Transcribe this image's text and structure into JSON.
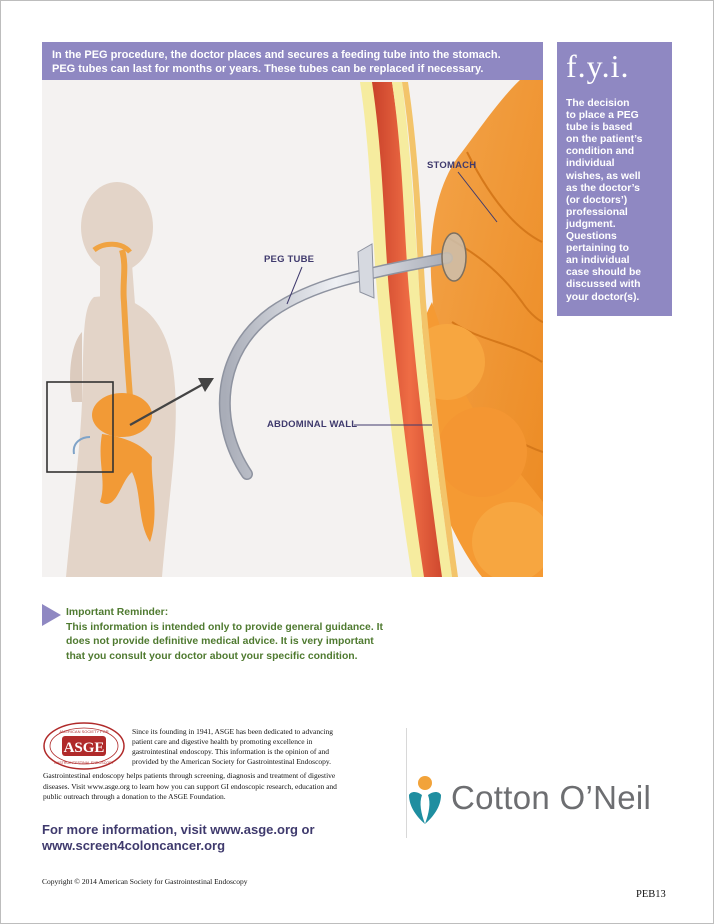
{
  "caption": {
    "line1": "In the PEG procedure, the doctor places and secures a feeding tube into the stomach.",
    "line2": "PEG tubes can last for months or years.  These tubes can be replaced if necessary."
  },
  "illustration": {
    "label_stomach": "STOMACH",
    "label_peg_tube": "PEG TUBE",
    "label_abdominal_wall": "ABDOMINAL WALL"
  },
  "fyi": {
    "title": "f.y.i.",
    "lines": [
      "The decision",
      "to place a PEG",
      "tube is based",
      "on the patient’s",
      "condition and",
      "individual",
      "wishes, as well",
      "as the doctor’s",
      "(or doctors’)",
      "professional",
      "judgment.",
      "Questions",
      "pertaining to",
      "an individual",
      "case should be",
      "discussed with",
      "your doctor(s)."
    ]
  },
  "reminder": {
    "heading": "Important Reminder:",
    "lines": [
      "This information is intended only to provide general guidance. It",
      "does not provide definitive medical advice. It is very important",
      "that you consult your doctor about your specific condition."
    ]
  },
  "asge": {
    "logo_top": "AMERICAN SOCIETY FOR",
    "logo_main": "ASGE",
    "logo_bottom": "GASTROINTESTINAL ENDOSCOPY",
    "about_lines": [
      "Since its founding in 1941, ASGE has been dedicated to advancing",
      "patient care and digestive health by promoting excellence in",
      "gastrointestinal endoscopy. This information is the opinion of and",
      "provided by the American Society for Gastrointestinal Endoscopy."
    ],
    "support_lines": [
      "Gastrointestinal endoscopy helps patients through screening, diagnosis and treatment of digestive",
      "diseases. Visit www.asge.org to learn how you can support GI endoscopic research, education and",
      "public outreach through a donation to the ASGE Foundation."
    ]
  },
  "more_info": {
    "line1": "For more information, visit www.asge.org or",
    "line2": "www.screen4coloncancer.org"
  },
  "partner": {
    "name": "Cotton O’Neil"
  },
  "copyright": "Copyright © 2014 American Society for Gastrointestinal Endoscopy",
  "doc_code": "PEB13",
  "colors": {
    "accent_purple": "#8f88c2",
    "reminder_green": "#4f7a30",
    "link_navy": "#3f3a6d",
    "tissue_orange": "#f08a1e",
    "muscle_red": "#e0512e"
  }
}
